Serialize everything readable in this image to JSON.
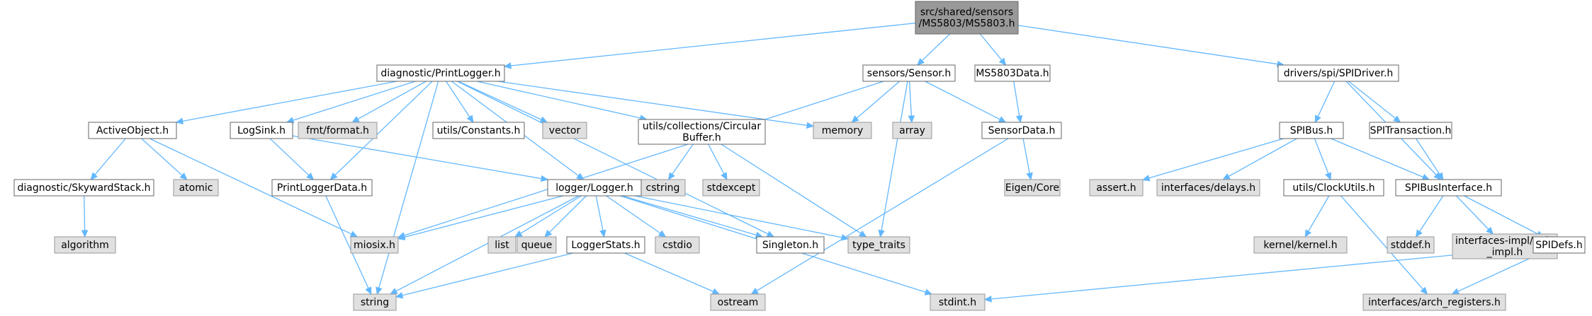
{
  "graph": {
    "nodes": [
      {
        "id": "main",
        "lines": [
          "src/shared/sensors",
          "/MS5803/MS5803.h"
        ],
        "kind": "main"
      },
      {
        "id": "printlogger",
        "lines": [
          "diagnostic/PrintLogger.h"
        ],
        "kind": "file"
      },
      {
        "id": "sensor",
        "lines": [
          "sensors/Sensor.h"
        ],
        "kind": "file"
      },
      {
        "id": "ms5803data",
        "lines": [
          "MS5803Data.h"
        ],
        "kind": "file"
      },
      {
        "id": "spidriver",
        "lines": [
          "drivers/spi/SPIDriver.h"
        ],
        "kind": "file"
      },
      {
        "id": "activeobject",
        "lines": [
          "ActiveObject.h"
        ],
        "kind": "file"
      },
      {
        "id": "logsink",
        "lines": [
          "LogSink.h"
        ],
        "kind": "file"
      },
      {
        "id": "fmtformat",
        "lines": [
          "fmt/format.h"
        ],
        "kind": "sys"
      },
      {
        "id": "constants",
        "lines": [
          "utils/Constants.h"
        ],
        "kind": "file"
      },
      {
        "id": "vector",
        "lines": [
          "vector"
        ],
        "kind": "sys"
      },
      {
        "id": "circularbuffer",
        "lines": [
          "utils/collections/Circular",
          "Buffer.h"
        ],
        "kind": "file"
      },
      {
        "id": "memory",
        "lines": [
          "memory"
        ],
        "kind": "sys"
      },
      {
        "id": "array",
        "lines": [
          "array"
        ],
        "kind": "sys"
      },
      {
        "id": "sensordata",
        "lines": [
          "SensorData.h"
        ],
        "kind": "file"
      },
      {
        "id": "spibus",
        "lines": [
          "SPIBus.h"
        ],
        "kind": "file"
      },
      {
        "id": "spitransaction",
        "lines": [
          "SPITransaction.h"
        ],
        "kind": "file"
      },
      {
        "id": "skywardstack",
        "lines": [
          "diagnostic/SkywardStack.h"
        ],
        "kind": "file"
      },
      {
        "id": "atomic",
        "lines": [
          "atomic"
        ],
        "kind": "sys"
      },
      {
        "id": "printloggerdata",
        "lines": [
          "PrintLoggerData.h"
        ],
        "kind": "file"
      },
      {
        "id": "cstring",
        "lines": [
          "cstring"
        ],
        "kind": "sys"
      },
      {
        "id": "stdexcept",
        "lines": [
          "stdexcept"
        ],
        "kind": "sys"
      },
      {
        "id": "logger",
        "lines": [
          "logger/Logger.h"
        ],
        "kind": "file"
      },
      {
        "id": "eigencore",
        "lines": [
          "Eigen/Core"
        ],
        "kind": "sys"
      },
      {
        "id": "asserth",
        "lines": [
          "assert.h"
        ],
        "kind": "sys"
      },
      {
        "id": "delays",
        "lines": [
          "interfaces/delays.h"
        ],
        "kind": "sys"
      },
      {
        "id": "clockutils",
        "lines": [
          "utils/ClockUtils.h"
        ],
        "kind": "file"
      },
      {
        "id": "spibusinterface",
        "lines": [
          "SPIBusInterface.h"
        ],
        "kind": "file"
      },
      {
        "id": "algorithm",
        "lines": [
          "algorithm"
        ],
        "kind": "sys"
      },
      {
        "id": "miosix",
        "lines": [
          "miosix.h"
        ],
        "kind": "sys"
      },
      {
        "id": "list",
        "lines": [
          "list"
        ],
        "kind": "sys"
      },
      {
        "id": "queue",
        "lines": [
          "queue"
        ],
        "kind": "sys"
      },
      {
        "id": "loggerstats",
        "lines": [
          "LoggerStats.h"
        ],
        "kind": "file"
      },
      {
        "id": "cstdio",
        "lines": [
          "cstdio"
        ],
        "kind": "sys"
      },
      {
        "id": "singleton",
        "lines": [
          "Singleton.h"
        ],
        "kind": "file"
      },
      {
        "id": "typetraits",
        "lines": [
          "type_traits"
        ],
        "kind": "sys"
      },
      {
        "id": "kernel",
        "lines": [
          "kernel/kernel.h"
        ],
        "kind": "sys"
      },
      {
        "id": "stddef",
        "lines": [
          "stddef.h"
        ],
        "kind": "sys"
      },
      {
        "id": "gpioimpl",
        "lines": [
          "interfaces-impl/gpio",
          "_impl.h"
        ],
        "kind": "sys"
      },
      {
        "id": "spidefs",
        "lines": [
          "SPIDefs.h"
        ],
        "kind": "file"
      },
      {
        "id": "string",
        "lines": [
          "string"
        ],
        "kind": "sys"
      },
      {
        "id": "ostream",
        "lines": [
          "ostream"
        ],
        "kind": "sys"
      },
      {
        "id": "stdint",
        "lines": [
          "stdint.h"
        ],
        "kind": "sys"
      },
      {
        "id": "archregisters",
        "lines": [
          "interfaces/arch_registers.h"
        ],
        "kind": "sys"
      }
    ],
    "edges": [
      [
        "main",
        "printlogger"
      ],
      [
        "main",
        "sensor"
      ],
      [
        "main",
        "ms5803data"
      ],
      [
        "main",
        "spidriver"
      ],
      [
        "printlogger",
        "activeobject"
      ],
      [
        "printlogger",
        "logsink"
      ],
      [
        "printlogger",
        "fmtformat"
      ],
      [
        "printlogger",
        "constants"
      ],
      [
        "printlogger",
        "vector"
      ],
      [
        "printlogger",
        "circularbuffer"
      ],
      [
        "printlogger",
        "memory"
      ],
      [
        "printlogger",
        "printloggerdata"
      ],
      [
        "printlogger",
        "logger"
      ],
      [
        "printlogger",
        "singleton"
      ],
      [
        "printlogger",
        "string"
      ],
      [
        "activeobject",
        "skywardstack"
      ],
      [
        "activeobject",
        "atomic"
      ],
      [
        "activeobject",
        "miosix"
      ],
      [
        "skywardstack",
        "algorithm"
      ],
      [
        "logsink",
        "printloggerdata"
      ],
      [
        "logsink",
        "logger"
      ],
      [
        "printloggerdata",
        "string"
      ],
      [
        "circularbuffer",
        "cstring"
      ],
      [
        "circularbuffer",
        "stdexcept"
      ],
      [
        "circularbuffer",
        "typetraits"
      ],
      [
        "logger",
        "miosix"
      ],
      [
        "logger",
        "list"
      ],
      [
        "logger",
        "queue"
      ],
      [
        "logger",
        "loggerstats"
      ],
      [
        "logger",
        "cstdio"
      ],
      [
        "logger",
        "singleton"
      ],
      [
        "logger",
        "typetraits"
      ],
      [
        "logger",
        "string"
      ],
      [
        "logger",
        "stdint"
      ],
      [
        "loggerstats",
        "string"
      ],
      [
        "loggerstats",
        "ostream"
      ],
      [
        "sensor",
        "memory"
      ],
      [
        "sensor",
        "array"
      ],
      [
        "sensor",
        "sensordata"
      ],
      [
        "sensor",
        "typetraits"
      ],
      [
        "sensor",
        "miosix"
      ],
      [
        "ms5803data",
        "sensordata"
      ],
      [
        "sensordata",
        "eigencore"
      ],
      [
        "sensordata",
        "ostream"
      ],
      [
        "spidriver",
        "spibus"
      ],
      [
        "spidriver",
        "spitransaction"
      ],
      [
        "spidriver",
        "spibusinterface"
      ],
      [
        "spibus",
        "asserth"
      ],
      [
        "spibus",
        "delays"
      ],
      [
        "spibus",
        "clockutils"
      ],
      [
        "spibus",
        "spibusinterface"
      ],
      [
        "spitransaction",
        "spibusinterface"
      ],
      [
        "clockutils",
        "kernel"
      ],
      [
        "clockutils",
        "archregisters"
      ],
      [
        "spibusinterface",
        "stddef"
      ],
      [
        "spibusinterface",
        "gpioimpl"
      ],
      [
        "spibusinterface",
        "spidefs"
      ],
      [
        "spidefs",
        "stdint"
      ],
      [
        "spidefs",
        "archregisters"
      ]
    ]
  }
}
